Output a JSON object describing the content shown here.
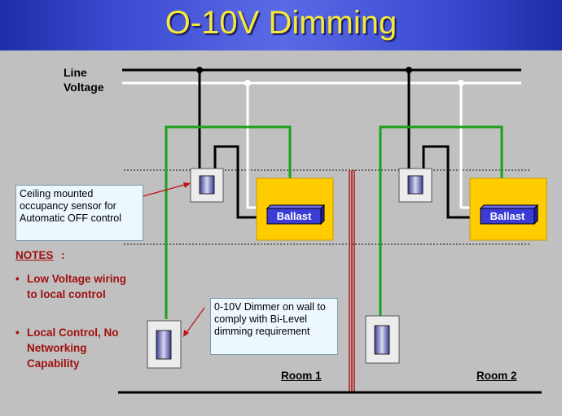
{
  "title": "O-10V Dimming",
  "line_voltage_label": "Line\nVoltage",
  "rooms": [
    {
      "label": "Room 1",
      "ballast": "Ballast"
    },
    {
      "label": "Room 2",
      "ballast": "Ballast"
    }
  ],
  "callouts": {
    "sensor": "Ceiling mounted occupancy sensor for Automatic OFF control",
    "dimmer": "0-10V Dimmer on wall to comply with Bi-Level dimming requirement"
  },
  "notes": {
    "title": "NOTES",
    "colon": ":",
    "bullet": "•",
    "items": [
      "Low Voltage wiring to local control",
      "Local Control, No Networking Capability"
    ]
  },
  "colors": {
    "title_text": "#f5e93a",
    "title_bar": "#3a4ad0",
    "background": "#c0c0c0",
    "green_wire": "#1aa01a",
    "white_wire": "#ffffff",
    "black_wire": "#000000",
    "fixture": "#ffcc00",
    "ballast": "#3b3bd8",
    "notes_text": "#a01010",
    "divider": "#b01010"
  }
}
